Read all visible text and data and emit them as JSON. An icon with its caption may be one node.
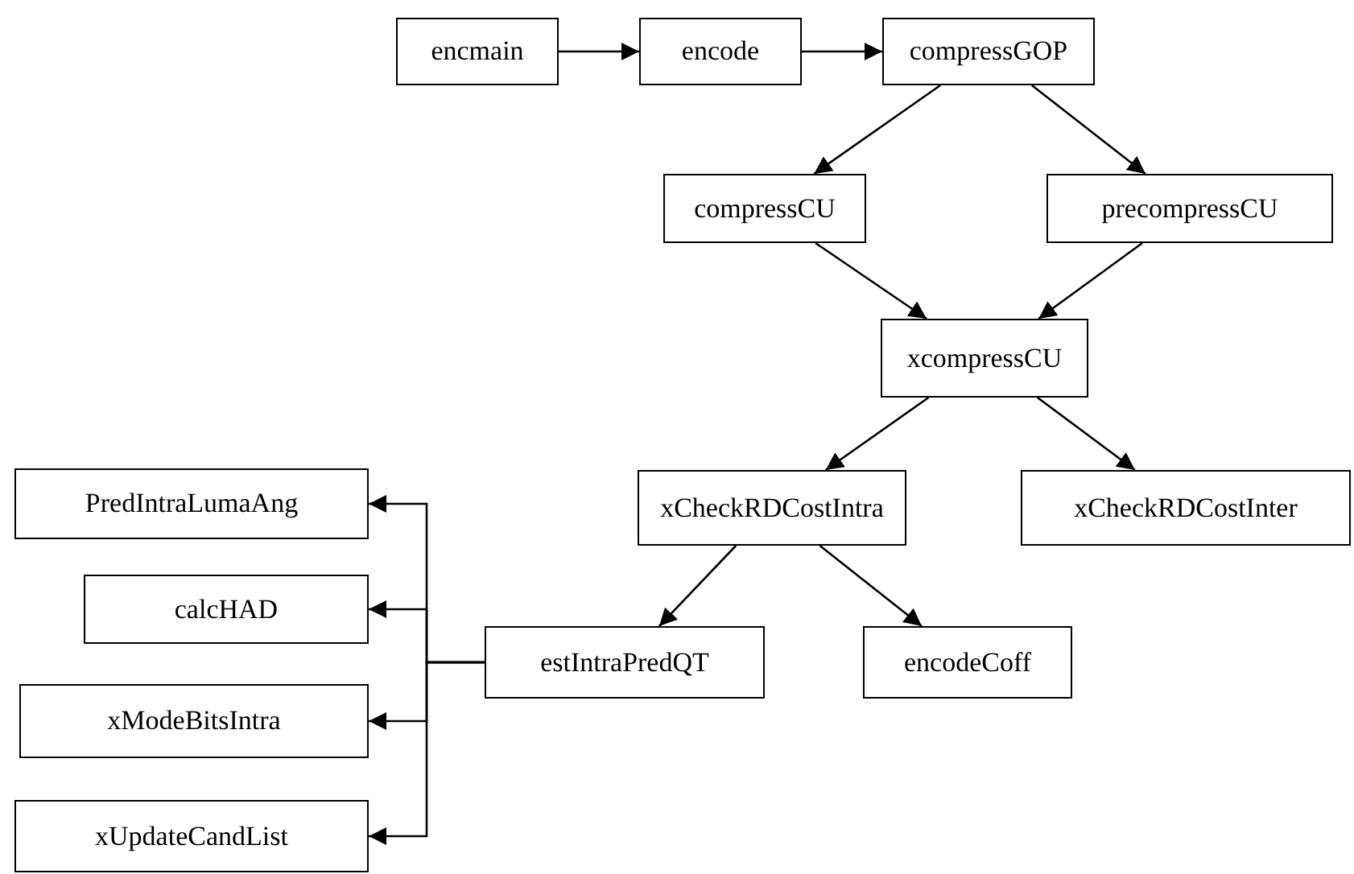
{
  "diagram": {
    "nodes": [
      {
        "text": [
          "encmain"
        ]
      },
      {
        "text": [
          "encode"
        ]
      },
      {
        "text": [
          "compressGOP"
        ]
      },
      {
        "text": [
          "compressCU"
        ]
      },
      {
        "text": [
          "precompressCU"
        ]
      },
      {
        "text": [
          "xcompressCU"
        ]
      },
      {
        "text": [
          "xCheckRDCostIntra"
        ]
      },
      {
        "text": [
          "xCheckRDCostInter"
        ]
      },
      {
        "text": [
          "estIntraPredQT"
        ]
      },
      {
        "text": [
          "encodeCoff"
        ]
      },
      {
        "text": [
          "PredIntraLumaAng"
        ]
      },
      {
        "text": [
          "calcHAD"
        ]
      },
      {
        "text": [
          "xModeBitsIntra"
        ]
      },
      {
        "text": [
          "xUpdateCandList"
        ]
      }
    ],
    "edges": [
      {
        "from": 0,
        "to": 1,
        "arrow": "to"
      },
      {
        "from": 1,
        "to": 2,
        "arrow": "to"
      },
      {
        "from": 2,
        "to": 3,
        "arrow": "to"
      },
      {
        "from": 2,
        "to": 4,
        "arrow": "to"
      },
      {
        "from": 3,
        "to": 5,
        "arrow": "to"
      },
      {
        "from": 4,
        "to": 5,
        "arrow": "to"
      },
      {
        "from": 5,
        "to": 6,
        "arrow": "to"
      },
      {
        "from": 5,
        "to": 7,
        "arrow": "to"
      },
      {
        "from": 6,
        "to": 8,
        "arrow": "to"
      },
      {
        "from": 6,
        "to": 9,
        "arrow": "to"
      },
      {
        "from": 8,
        "to": 10,
        "arrow": "to"
      },
      {
        "from": 8,
        "to": 11,
        "arrow": "to"
      },
      {
        "from": 8,
        "to": 12,
        "arrow": "to"
      },
      {
        "from": 8,
        "to": 13,
        "arrow": "to"
      }
    ]
  }
}
